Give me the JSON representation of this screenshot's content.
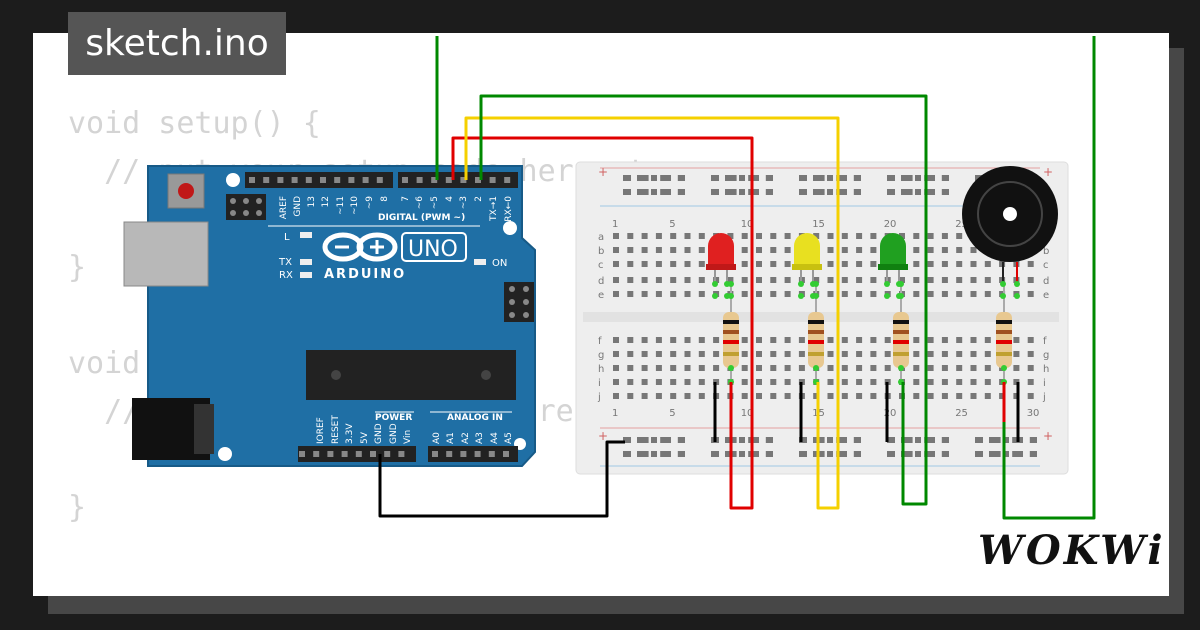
{
  "file_tab": {
    "label": "sketch.ino"
  },
  "code_lines": [
    "void setup() {",
    "  // put your setup code here, to run once:",
    "",
    "}",
    "",
    "void loop() {",
    "  // put your main code here, to run repeatedly:",
    "",
    "}"
  ],
  "arduino": {
    "logo_text": "ARDUINO",
    "model": "UNO",
    "digital_header": "DIGITAL (PWM ~)",
    "power_header": "POWER",
    "analog_header": "ANALOG IN",
    "led_l": "L",
    "led_tx": "TX",
    "led_rx": "RX",
    "led_on": "ON",
    "digital_pins": [
      "AREF",
      "GND",
      "13",
      "12",
      "~11",
      "~10",
      "~9",
      "8",
      "7",
      "~6",
      "~5",
      "4",
      "~3",
      "2",
      "TX→1",
      "RX←0"
    ],
    "power_pins": [
      "IOREF",
      "RESET",
      "3.3V",
      "5V",
      "GND",
      "GND",
      "Vin"
    ],
    "analog_pins": [
      "A0",
      "A1",
      "A2",
      "A3",
      "A4",
      "A5"
    ]
  },
  "breadboard": {
    "column_numbers": [
      "1",
      "5",
      "10",
      "15",
      "20",
      "25",
      "30"
    ],
    "row_letters_top": [
      "a",
      "b",
      "c",
      "d",
      "e"
    ],
    "row_letters_bottom": [
      "f",
      "g",
      "h",
      "i",
      "j"
    ],
    "rail_plus": "+",
    "rail_minus": "-"
  },
  "components": {
    "leds": [
      {
        "color": "red",
        "body": "#e02020"
      },
      {
        "color": "yellow",
        "body": "#e8e020"
      },
      {
        "color": "green",
        "body": "#20a020"
      }
    ],
    "buzzer": "buzzer"
  },
  "wire_colors": {
    "green": "#008800",
    "yellow": "#f5d000",
    "red": "#e00000",
    "black": "#000000"
  },
  "brand": {
    "logo": "WOKWi"
  }
}
